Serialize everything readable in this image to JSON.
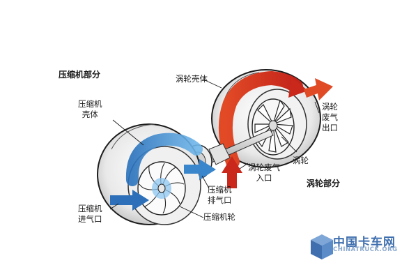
{
  "labels": {
    "compressor_section": "压缩机部分",
    "compressor_housing_1": "压缩机",
    "compressor_housing_2": "壳体",
    "turbine_housing": "涡轮壳体",
    "turbine_exhaust_1": "涡轮",
    "turbine_exhaust_2": "废气",
    "turbine_exhaust_3": "出口",
    "turbine_wheel": "涡轮",
    "turbine_exhaust_inlet_1": "涡轮废气",
    "turbine_exhaust_inlet_2": "入口",
    "turbine_section": "涡轮部分",
    "compressor_outlet_1": "压缩机",
    "compressor_outlet_2": "排气口",
    "compressor_inlet_1": "压缩机",
    "compressor_inlet_2": "进气口",
    "compressor_wheel": "压缩机轮"
  },
  "watermark": {
    "brand": "中国卡车网",
    "url": "CHINATRUCK.ORG",
    "icon": "truck-logo-icon"
  },
  "colors": {
    "hot_flow": "#d8331e",
    "cold_flow": "#2f7fc6",
    "outline": "#1c1c1c"
  }
}
